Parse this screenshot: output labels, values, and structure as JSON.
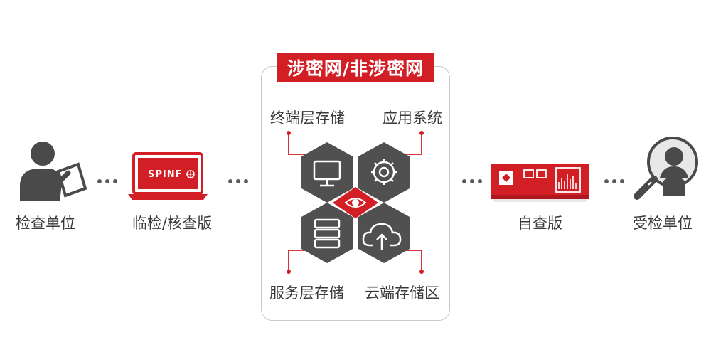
{
  "banner": "涉密网/非涉密网",
  "left_nodes": {
    "inspecting_unit": "检查单位",
    "inspection_version": "临检/核查版"
  },
  "right_nodes": {
    "self_check_version": "自查版",
    "inspected_unit": "受检单位"
  },
  "laptop_brand": "SPINF",
  "hex_labels": {
    "top_left": "终端层存储",
    "top_right": "应用系统",
    "bottom_left": "服务层存储",
    "bottom_right": "云端存储区"
  },
  "icons": [
    "user-with-tablet-icon",
    "laptop-icon",
    "monitor-icon",
    "gear-icon",
    "eye-icon",
    "server-icon",
    "cloud-upload-icon",
    "device-box-icon",
    "magnifier-user-icon"
  ],
  "colors": {
    "accent": "#d21f26",
    "hex_gray": "#505050",
    "dots": "#5a5a5a"
  }
}
